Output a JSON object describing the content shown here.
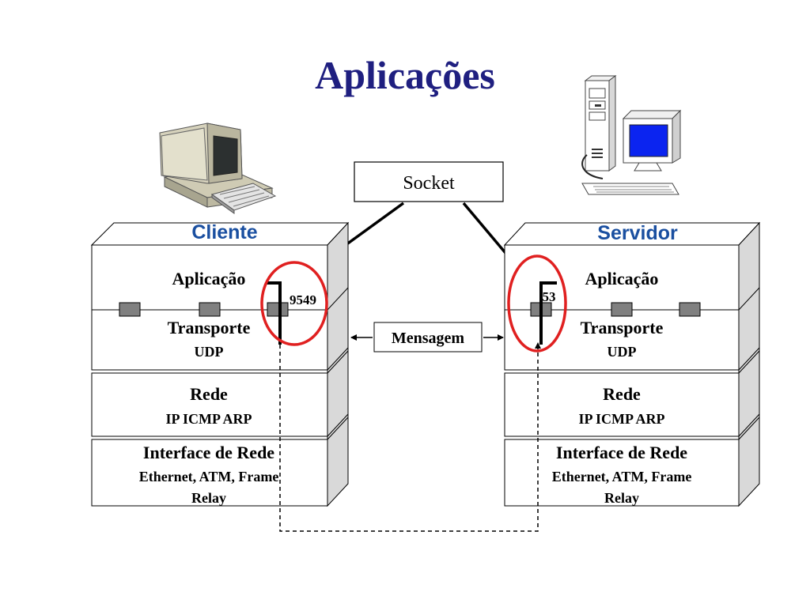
{
  "title": "Aplicações",
  "socket_label": "Socket",
  "message_label": "Mensagem",
  "colors": {
    "title": "#1f1f80",
    "stack_label": "#1a4fa0",
    "highlight": "#e02020",
    "face": "#ffffff",
    "side": "#d9d9d9",
    "port": "#808080",
    "screen": "#0b24f0"
  },
  "client": {
    "label": "Cliente",
    "icon": "desktop-computer-icon",
    "port": "9549",
    "layers": {
      "application": "Aplicação",
      "transport": "Transporte",
      "transport_protocol": "UDP",
      "network": "Rede",
      "network_protocols": "IP ICMP ARP",
      "interface": "Interface de Rede",
      "interface_line1": "Ethernet, ATM, Frame",
      "interface_line2": "Relay"
    }
  },
  "server": {
    "label": "Servidor",
    "icon": "server-computer-icon",
    "port": "53",
    "layers": {
      "application": "Aplicação",
      "transport": "Transporte",
      "transport_protocol": "UDP",
      "network": "Rede",
      "network_protocols": "IP ICMP ARP",
      "interface": "Interface de Rede",
      "interface_line1": "Ethernet, ATM, Frame",
      "interface_line2": "Relay"
    }
  }
}
